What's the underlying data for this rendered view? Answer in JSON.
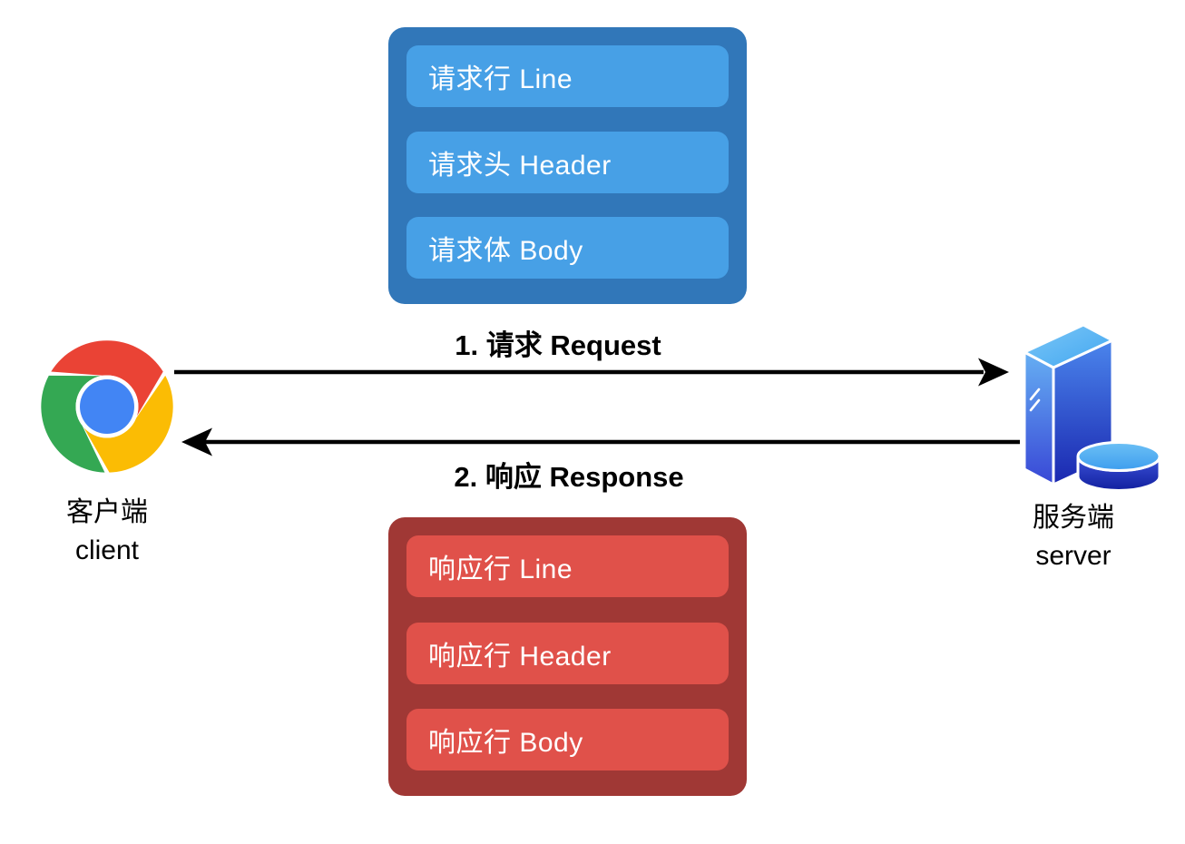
{
  "request_box": {
    "items": [
      "请求行 Line",
      "请求头 Header",
      "请求体 Body"
    ]
  },
  "response_box": {
    "items": [
      "响应行 Line",
      "响应行 Header",
      "响应行 Body"
    ]
  },
  "flows": {
    "request": {
      "step_label": "1. 请求 Request",
      "direction": "client-to-server"
    },
    "response": {
      "step_label": "2. 响应 Response",
      "direction": "server-to-client"
    }
  },
  "client": {
    "name_zh": "客户端",
    "name_en": "client",
    "icon": "chrome-logo-icon"
  },
  "server": {
    "name_zh": "服务端",
    "name_en": "server",
    "icon": "server-tower-icon"
  },
  "colors": {
    "request_box_bg": "#3177B9",
    "request_item_bg": "#47A0E6",
    "response_box_bg": "#A03835",
    "response_item_bg": "#E0514A",
    "box_text": "#FFFFFF",
    "label_text": "#000000",
    "arrow_color": "#000000",
    "chrome_red": "#EA4335",
    "chrome_yellow": "#FBBC04",
    "chrome_green": "#34A853",
    "chrome_blue": "#4285F4",
    "server_blue_light": "#66C4F5",
    "server_blue_dark": "#1A27B0"
  }
}
